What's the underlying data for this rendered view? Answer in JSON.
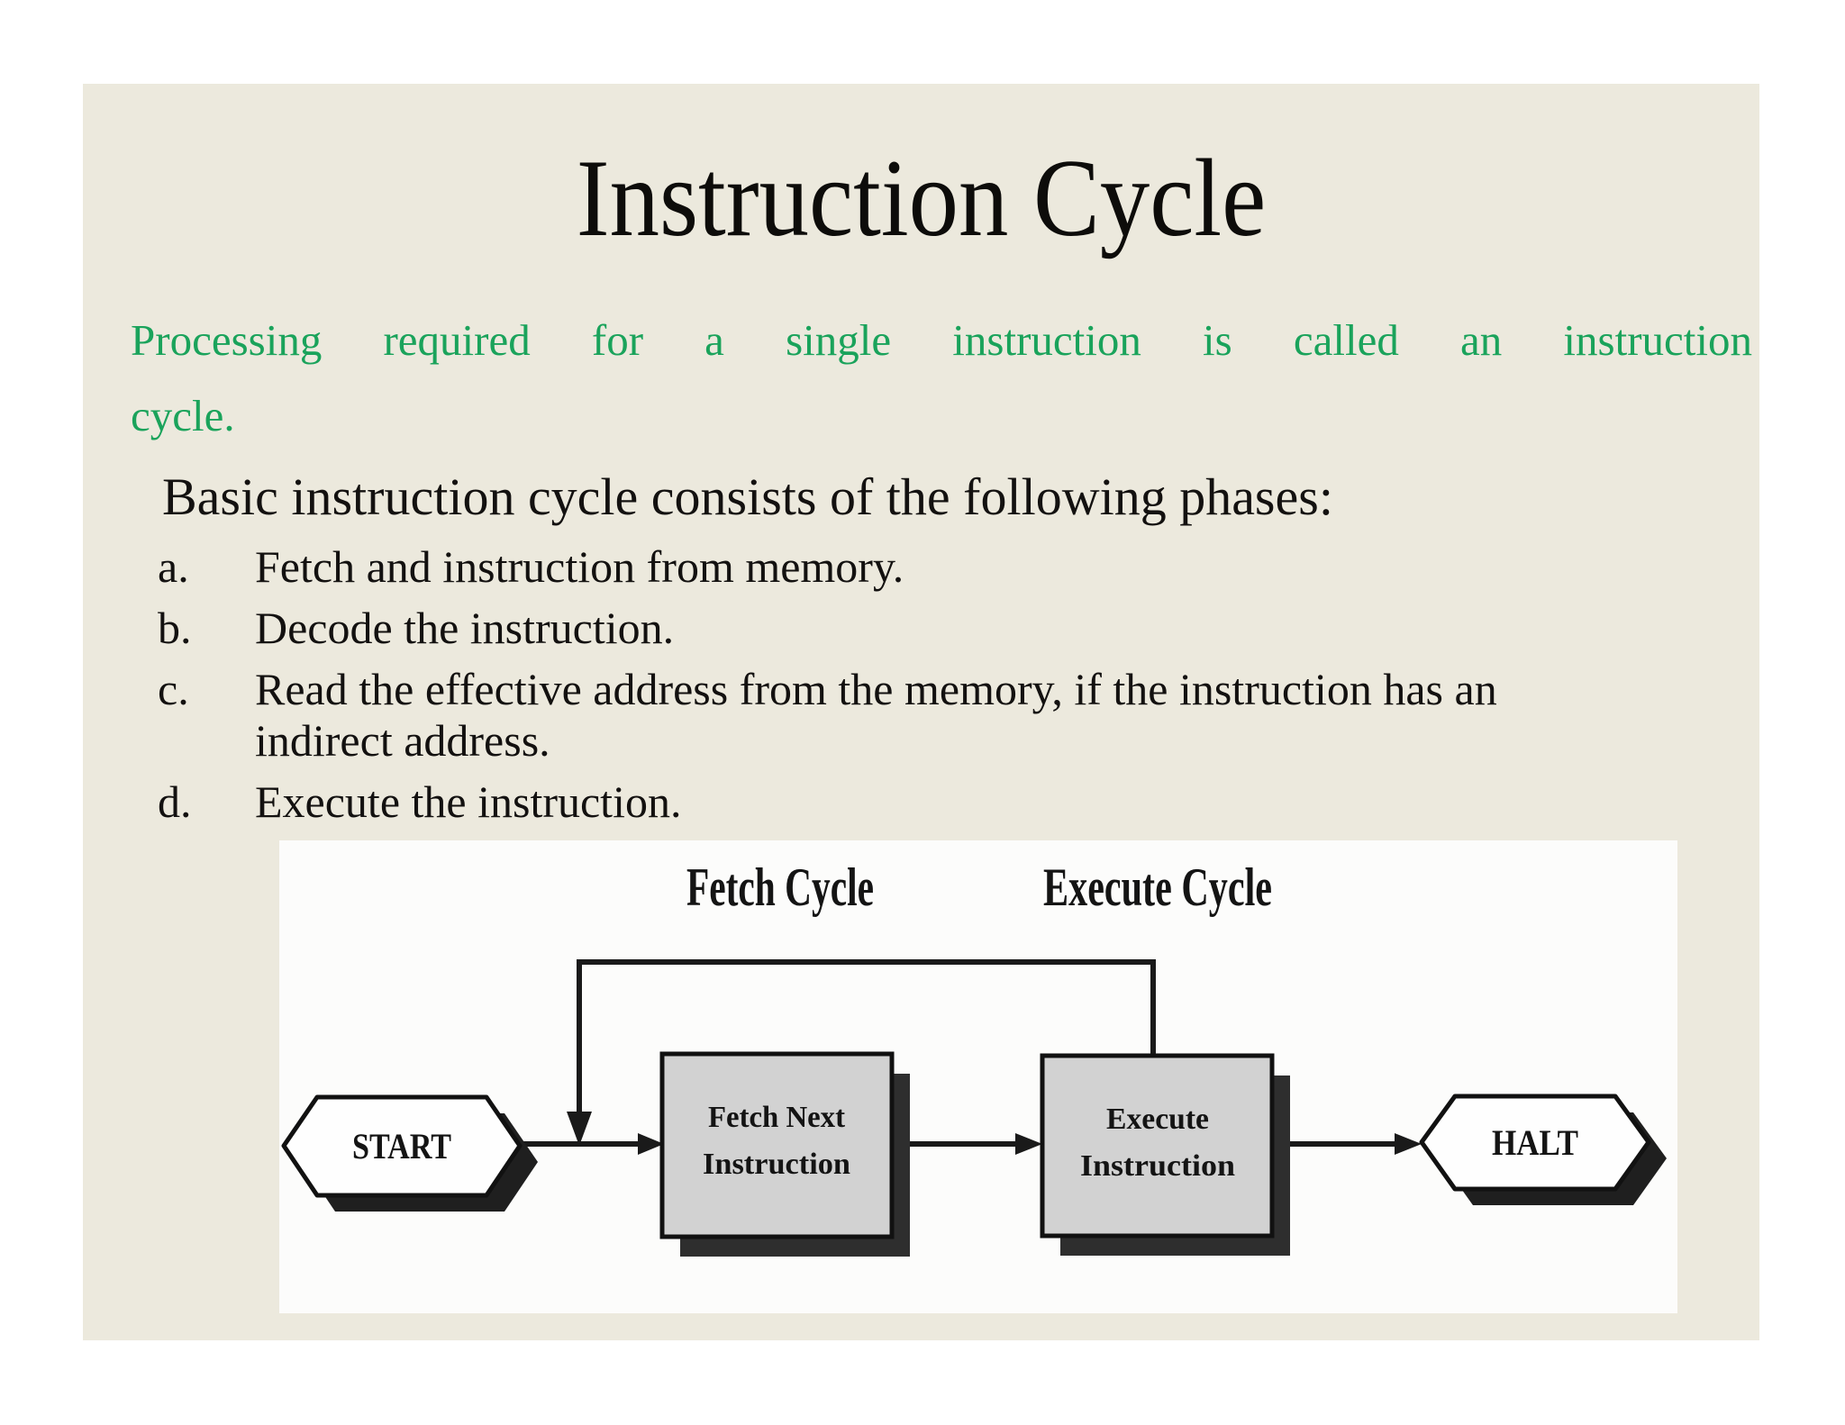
{
  "slide": {
    "title": "Instruction Cycle",
    "intro": {
      "text": "Processing required for a single instruction is called an instruction cycle.",
      "lines": [
        "Processing required for a single instruction is called an instruction",
        "cycle."
      ]
    },
    "phases": {
      "heading": "Basic instruction cycle consists of the following phases:",
      "items": [
        {
          "label": "a.",
          "text": "Fetch and instruction from memory."
        },
        {
          "label": "b.",
          "text": "Decode the instruction."
        },
        {
          "label": "c.",
          "text": "Read the effective address from the memory, if the instruction has an indirect address."
        },
        {
          "label": "d.",
          "text": "Execute the instruction."
        }
      ]
    },
    "diagram": {
      "fetch_cycle_label": "Fetch Cycle",
      "execute_cycle_label": "Execute Cycle",
      "nodes": {
        "start": "START",
        "fetch": [
          "Fetch Next",
          "Instruction"
        ],
        "execute": [
          "Execute",
          "Instruction"
        ],
        "halt": "HALT"
      }
    },
    "colors": {
      "page_background": "#ffffff",
      "slide_background": "#ece9dd",
      "intro_green": "#1aa35b",
      "text_black": "#131110",
      "diagram_panel": "#fcfcfb",
      "box_fill": "#d2d2d2",
      "box_shadow": "#2e2e2e",
      "terminator_shadow": "#1f1f1f",
      "line": "#1a1a1a"
    }
  }
}
